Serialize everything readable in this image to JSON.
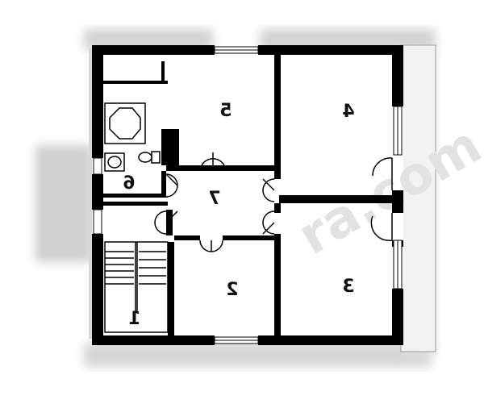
{
  "plan": {
    "rooms": [
      {
        "id": "room-1",
        "label": "1"
      },
      {
        "id": "room-2",
        "label": "2"
      },
      {
        "id": "room-3",
        "label": "3"
      },
      {
        "id": "room-4",
        "label": "4"
      },
      {
        "id": "room-5",
        "label": "5"
      },
      {
        "id": "room-6",
        "label": "6"
      },
      {
        "id": "room-7",
        "label": "7"
      }
    ],
    "watermark": "ra.com",
    "colors": {
      "wall": "#000000",
      "shadow": "#cfcfcf",
      "window": "#ffffff",
      "background": "#ffffff"
    }
  }
}
